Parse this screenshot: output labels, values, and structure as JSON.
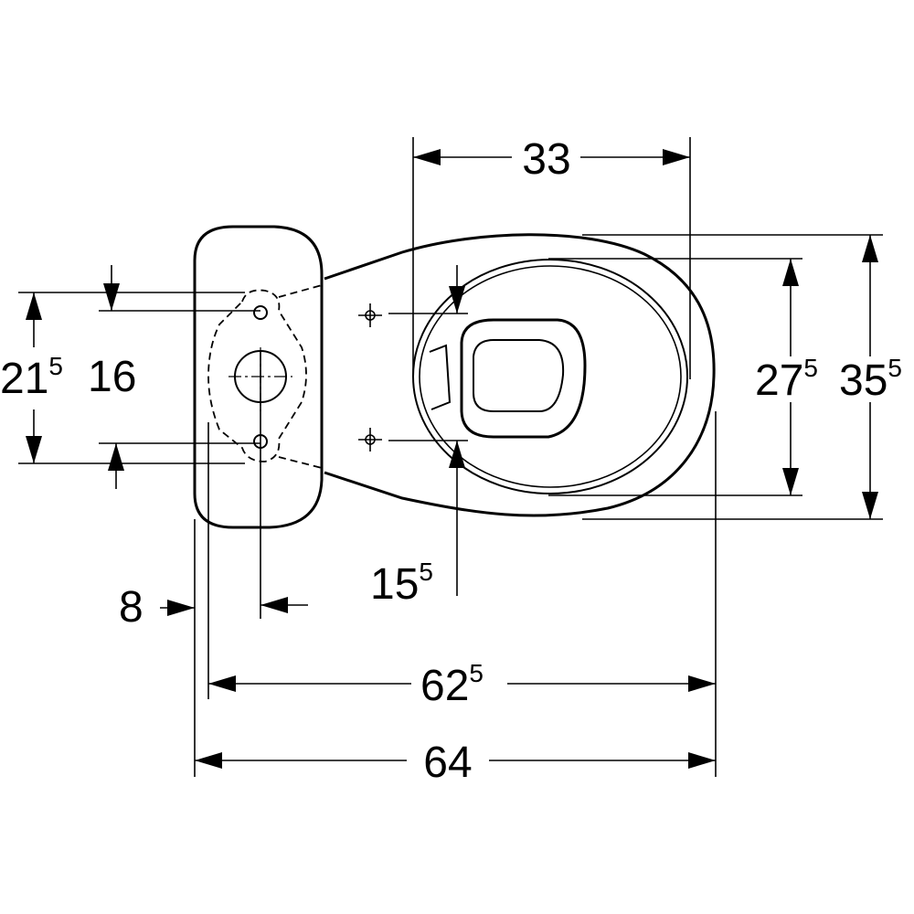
{
  "dimensions": {
    "width_seat_33": {
      "main": "33",
      "sup": ""
    },
    "depth_35_5": {
      "main": "35",
      "sup": "5"
    },
    "depth_27_5": {
      "main": "27",
      "sup": "5"
    },
    "fixing_21_5": {
      "main": "21",
      "sup": "5"
    },
    "fixing_16": {
      "main": "16",
      "sup": ""
    },
    "fixing_15_5": {
      "main": "15",
      "sup": "5"
    },
    "offset_8": {
      "main": "8",
      "sup": ""
    },
    "length_62_5": {
      "main": "62",
      "sup": "5"
    },
    "length_64": {
      "main": "64",
      "sup": ""
    }
  },
  "colors": {
    "line": "#000000",
    "background": "#ffffff"
  }
}
